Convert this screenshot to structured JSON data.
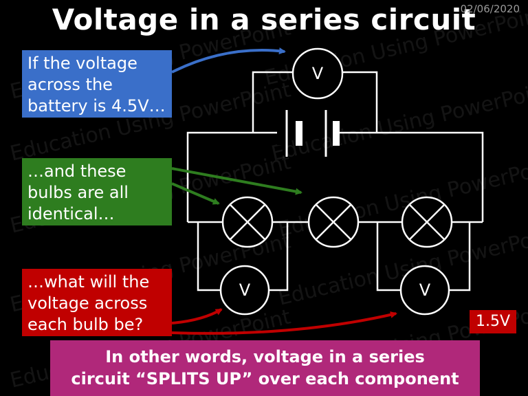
{
  "slide": {
    "date": "02/06/2020",
    "title": "Voltage in a series circuit",
    "watermark": "Education Using PowerPoint",
    "boxes": {
      "battery_line1": "If the voltage",
      "battery_line2": "across the",
      "battery_line3": "battery is 4.5V…",
      "bulbs_line1": "…and these",
      "bulbs_line2": "bulbs are all",
      "bulbs_line3": "identical…",
      "question_line1": "…what will the",
      "question_line2": "voltage across",
      "question_line3": "each bulb be?"
    },
    "reading": "1.5V",
    "banner_line1": "In other words, voltage in a series",
    "banner_line2": "circuit “SPLITS UP” over each component",
    "voltmeter_label": "V",
    "colors": {
      "blue": "#3a6fc9",
      "green": "#2e7d1f",
      "red": "#c00000",
      "banner": "#b0287a"
    }
  }
}
